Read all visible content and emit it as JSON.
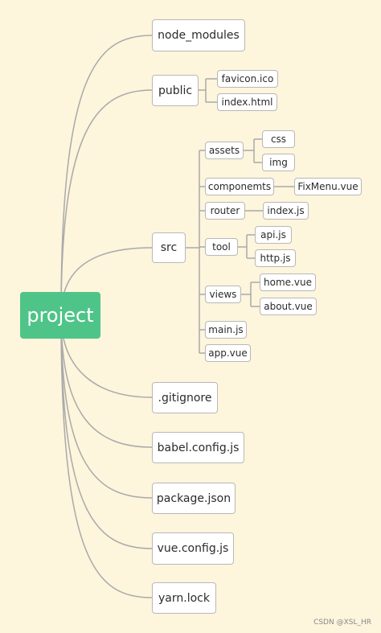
{
  "root": {
    "label": "project"
  },
  "level1": {
    "node_modules": "node_modules",
    "public": "public",
    "src": "src",
    "gitignore": ".gitignore",
    "babel_config": "babel.config.js",
    "package_json": "package.json",
    "vue_config": "vue.config.js",
    "yarn_lock": "yarn.lock"
  },
  "public_children": {
    "favicon": "favicon.ico",
    "index_html": "index.html"
  },
  "src_children": {
    "assets": "assets",
    "componemts": "componemts",
    "router": "router",
    "tool": "tool",
    "views": "views",
    "main_js": "main.js",
    "app_vue": "app.vue"
  },
  "assets_children": {
    "css": "css",
    "img": "img"
  },
  "componemts_children": {
    "fixmenu": "FixMenu.vue"
  },
  "router_children": {
    "index_js": "index.js"
  },
  "tool_children": {
    "api_js": "api.js",
    "http_js": "http.js"
  },
  "views_children": {
    "home_vue": "home.vue",
    "about_vue": "about.vue"
  },
  "watermark": "CSDN @XSL_HR",
  "colors": {
    "background": "#fdf5dc",
    "root": "#4fc488",
    "connector": "#a9a9a9",
    "node_border": "#b8b8b8"
  }
}
